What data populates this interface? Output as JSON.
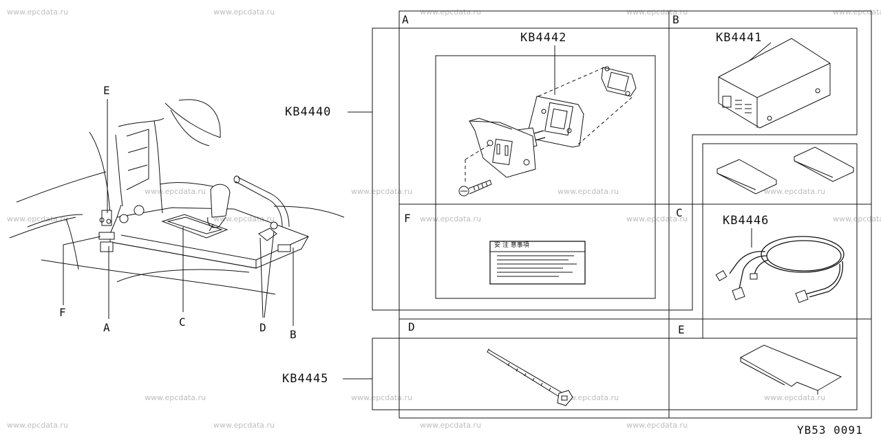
{
  "watermark": "www.epcdata.ru",
  "diagram_code": "YB53  0091",
  "groups": {
    "kb4440": "KB4440",
    "kb4445": "KB4445"
  },
  "parts": {
    "kb4442": "KB4442",
    "kb4441": "KB4441",
    "kb4446": "KB4446"
  },
  "panel_letters": {
    "a": "A",
    "b": "B",
    "c": "C",
    "d": "D",
    "e": "E",
    "f": "F"
  },
  "vehicle_callouts": {
    "a": "A",
    "b": "B",
    "c": "C",
    "d": "D",
    "e": "E",
    "f": "F"
  },
  "label_text": "安 注  意事項"
}
